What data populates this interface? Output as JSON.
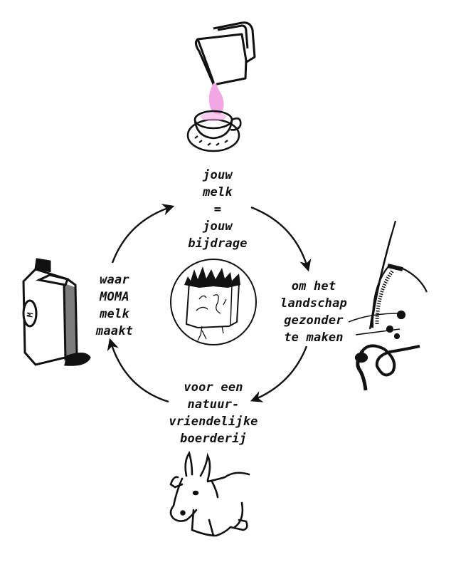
{
  "diagram": {
    "type": "cycle",
    "direction": "clockwise",
    "center_icon": "hay-bale-icon",
    "steps": [
      {
        "id": "top",
        "lines": [
          "jouw",
          "melk",
          "=",
          "jouw",
          "bijdrage"
        ],
        "illustration": "milk-jug-pouring-into-coffee-cup"
      },
      {
        "id": "right",
        "lines": [
          "om het",
          "landschap",
          "gezonder",
          "te maken"
        ],
        "illustration": "grass-and-earthworm"
      },
      {
        "id": "bottom",
        "lines": [
          "voor een",
          "natuur-",
          "vriendelijke",
          "boerderij"
        ],
        "illustration": "resting-cow"
      },
      {
        "id": "left",
        "lines": [
          "waar",
          "MOMA",
          "melk",
          "maakt"
        ],
        "illustration": "milk-carton"
      }
    ],
    "carton_logo_text": "M",
    "colors": {
      "ink": "#111111",
      "milk_pink": "#f3a6e4",
      "background": "#ffffff"
    }
  }
}
